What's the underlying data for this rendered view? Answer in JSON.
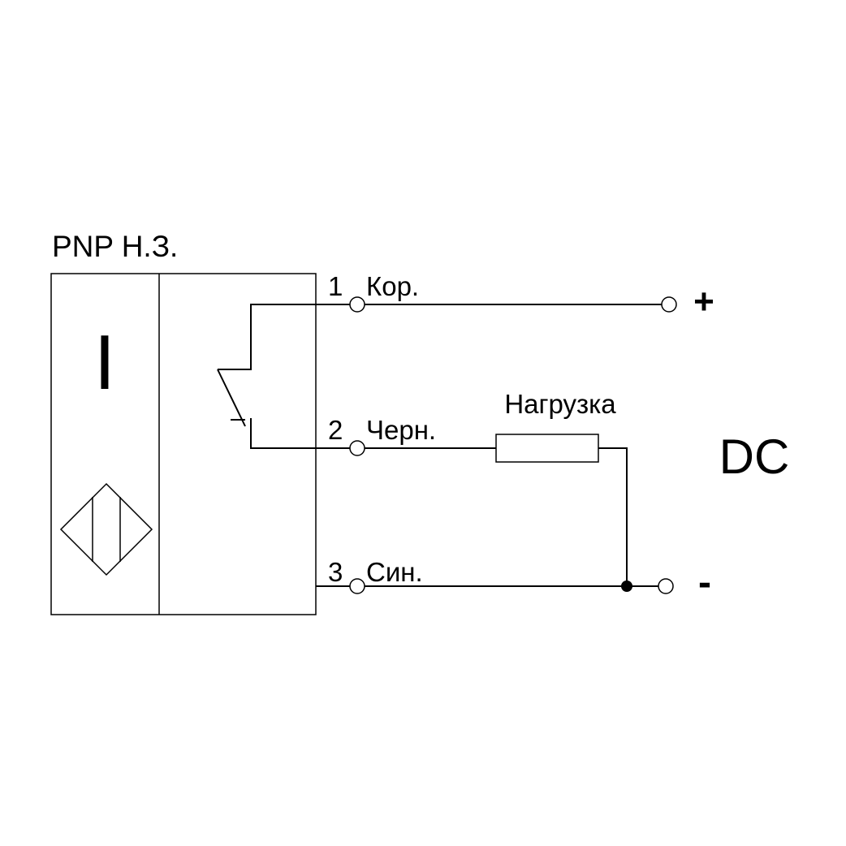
{
  "diagram": {
    "title": "PNP  Н.З.",
    "sensor_symbol": "I",
    "terminals": [
      {
        "number": "1",
        "name": "Кор."
      },
      {
        "number": "2",
        "name": "Черн."
      },
      {
        "number": "3",
        "name": "Син."
      }
    ],
    "load_label": "Нагрузка",
    "supply": {
      "plus": "+",
      "minus": "-",
      "type": "DC"
    }
  }
}
